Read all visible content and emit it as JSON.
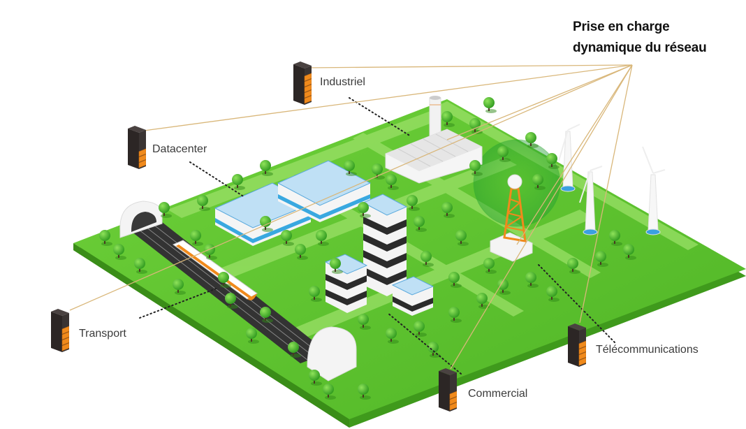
{
  "title": {
    "line1": "Prise en charge",
    "line2": "dynamique du réseau"
  },
  "colors": {
    "ground": "#5cc12e",
    "ground_edge": "#3f9a1c",
    "connection_line": "#d9b77a",
    "battery_body": "#3a3433",
    "battery_cell": "#f08a1c",
    "coverage_zone": "#2fae2f"
  },
  "nodes": [
    {
      "id": "industriel",
      "label": "Industriel",
      "icon": "battery-icon",
      "charge_cells": 5,
      "total_cells": 6
    },
    {
      "id": "datacenter",
      "label": "Datacenter",
      "icon": "battery-icon",
      "charge_cells": 3,
      "total_cells": 6
    },
    {
      "id": "transport",
      "label": "Transport",
      "icon": "battery-icon",
      "charge_cells": 4,
      "total_cells": 6
    },
    {
      "id": "commercial",
      "label": "Commercial",
      "icon": "battery-icon",
      "charge_cells": 3,
      "total_cells": 6
    },
    {
      "id": "telecom",
      "label": "Télécommunications",
      "icon": "battery-icon",
      "charge_cells": 4,
      "total_cells": 6
    }
  ],
  "scene_elements": [
    "factory",
    "solar-roof-buildings",
    "office-towers",
    "telecom-tower",
    "wind-turbines",
    "train",
    "rail-tunnel",
    "trees"
  ]
}
